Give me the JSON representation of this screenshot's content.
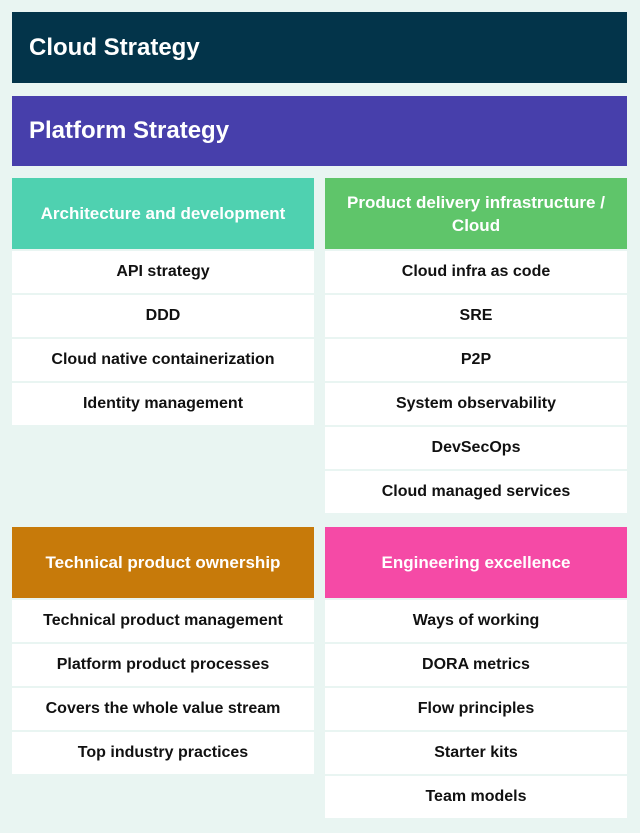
{
  "banners": {
    "cloud": "Cloud Strategy",
    "platform": "Platform Strategy"
  },
  "sections": [
    {
      "title": "Architecture and development",
      "items": [
        "API strategy",
        "DDD",
        "Cloud native containerization",
        "Identity management"
      ]
    },
    {
      "title": "Product delivery infrastructure / Cloud",
      "items": [
        "Cloud infra as code",
        "SRE",
        "P2P",
        "System observability",
        "DevSecOps",
        "Cloud managed services"
      ]
    },
    {
      "title": "Technical product ownership",
      "items": [
        "Technical product management",
        "Platform product processes",
        "Covers the whole value stream",
        "Top industry practices"
      ]
    },
    {
      "title": "Engineering excellence",
      "items": [
        "Ways of working",
        "DORA metrics",
        "Flow principles",
        "Starter kits",
        "Team models"
      ]
    }
  ],
  "colors": {
    "background": "#e9f5f2",
    "cloud_banner": "#03344a",
    "platform_banner": "#473fab",
    "architecture_header": "#4fd1b0",
    "product_delivery_header": "#5fc56a",
    "technical_ownership_header": "#c77a0a",
    "engineering_header": "#f54aa6"
  }
}
